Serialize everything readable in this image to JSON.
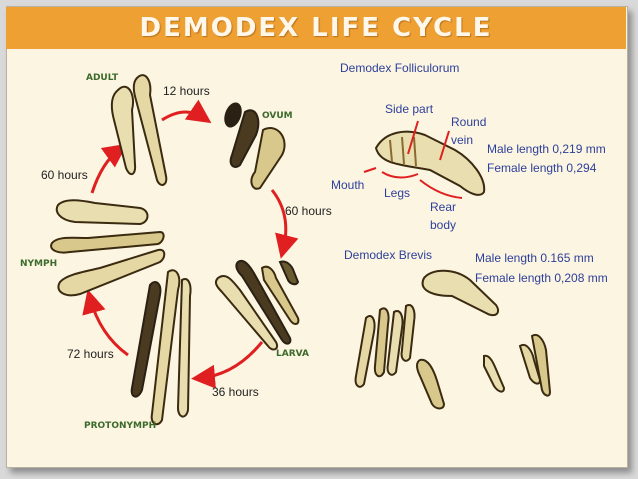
{
  "title": "DEMODEX LIFE CYCLE",
  "colors": {
    "title_bar": "#efa032",
    "background": "#fbf5e2",
    "arrow": "#e02020",
    "stage_label": "#3c6a2a",
    "annotation": "#2e3f9a"
  },
  "cycle": {
    "stages": {
      "adult": "ADULT",
      "ovum": "OVUM",
      "larva": "LARVA",
      "protonymph": "PROTONYMPH",
      "nymph": "NYMPH"
    },
    "durations": {
      "adult_to_ovum": "12 hours",
      "ovum_to_larva": "60 hours",
      "larva_to_protonymph": "36 hours",
      "protonymph_to_nymph": "72 hours",
      "nymph_to_adult": "60 hours"
    }
  },
  "folliculorum": {
    "name": "Demodex Folliculorum",
    "parts": {
      "side_part": "Side part",
      "round_vein_1": "Round",
      "round_vein_2": "vein",
      "mouth": "Mouth",
      "legs": "Legs",
      "rear_body_1": "Rear",
      "rear_body_2": "body"
    },
    "male_length": "Male length 0,219 mm",
    "female_length": "Female length 0,294"
  },
  "brevis": {
    "name": "Demodex Brevis",
    "male_length": "Male length 0.165 mm",
    "female_length": "Female length 0,208 mm"
  }
}
